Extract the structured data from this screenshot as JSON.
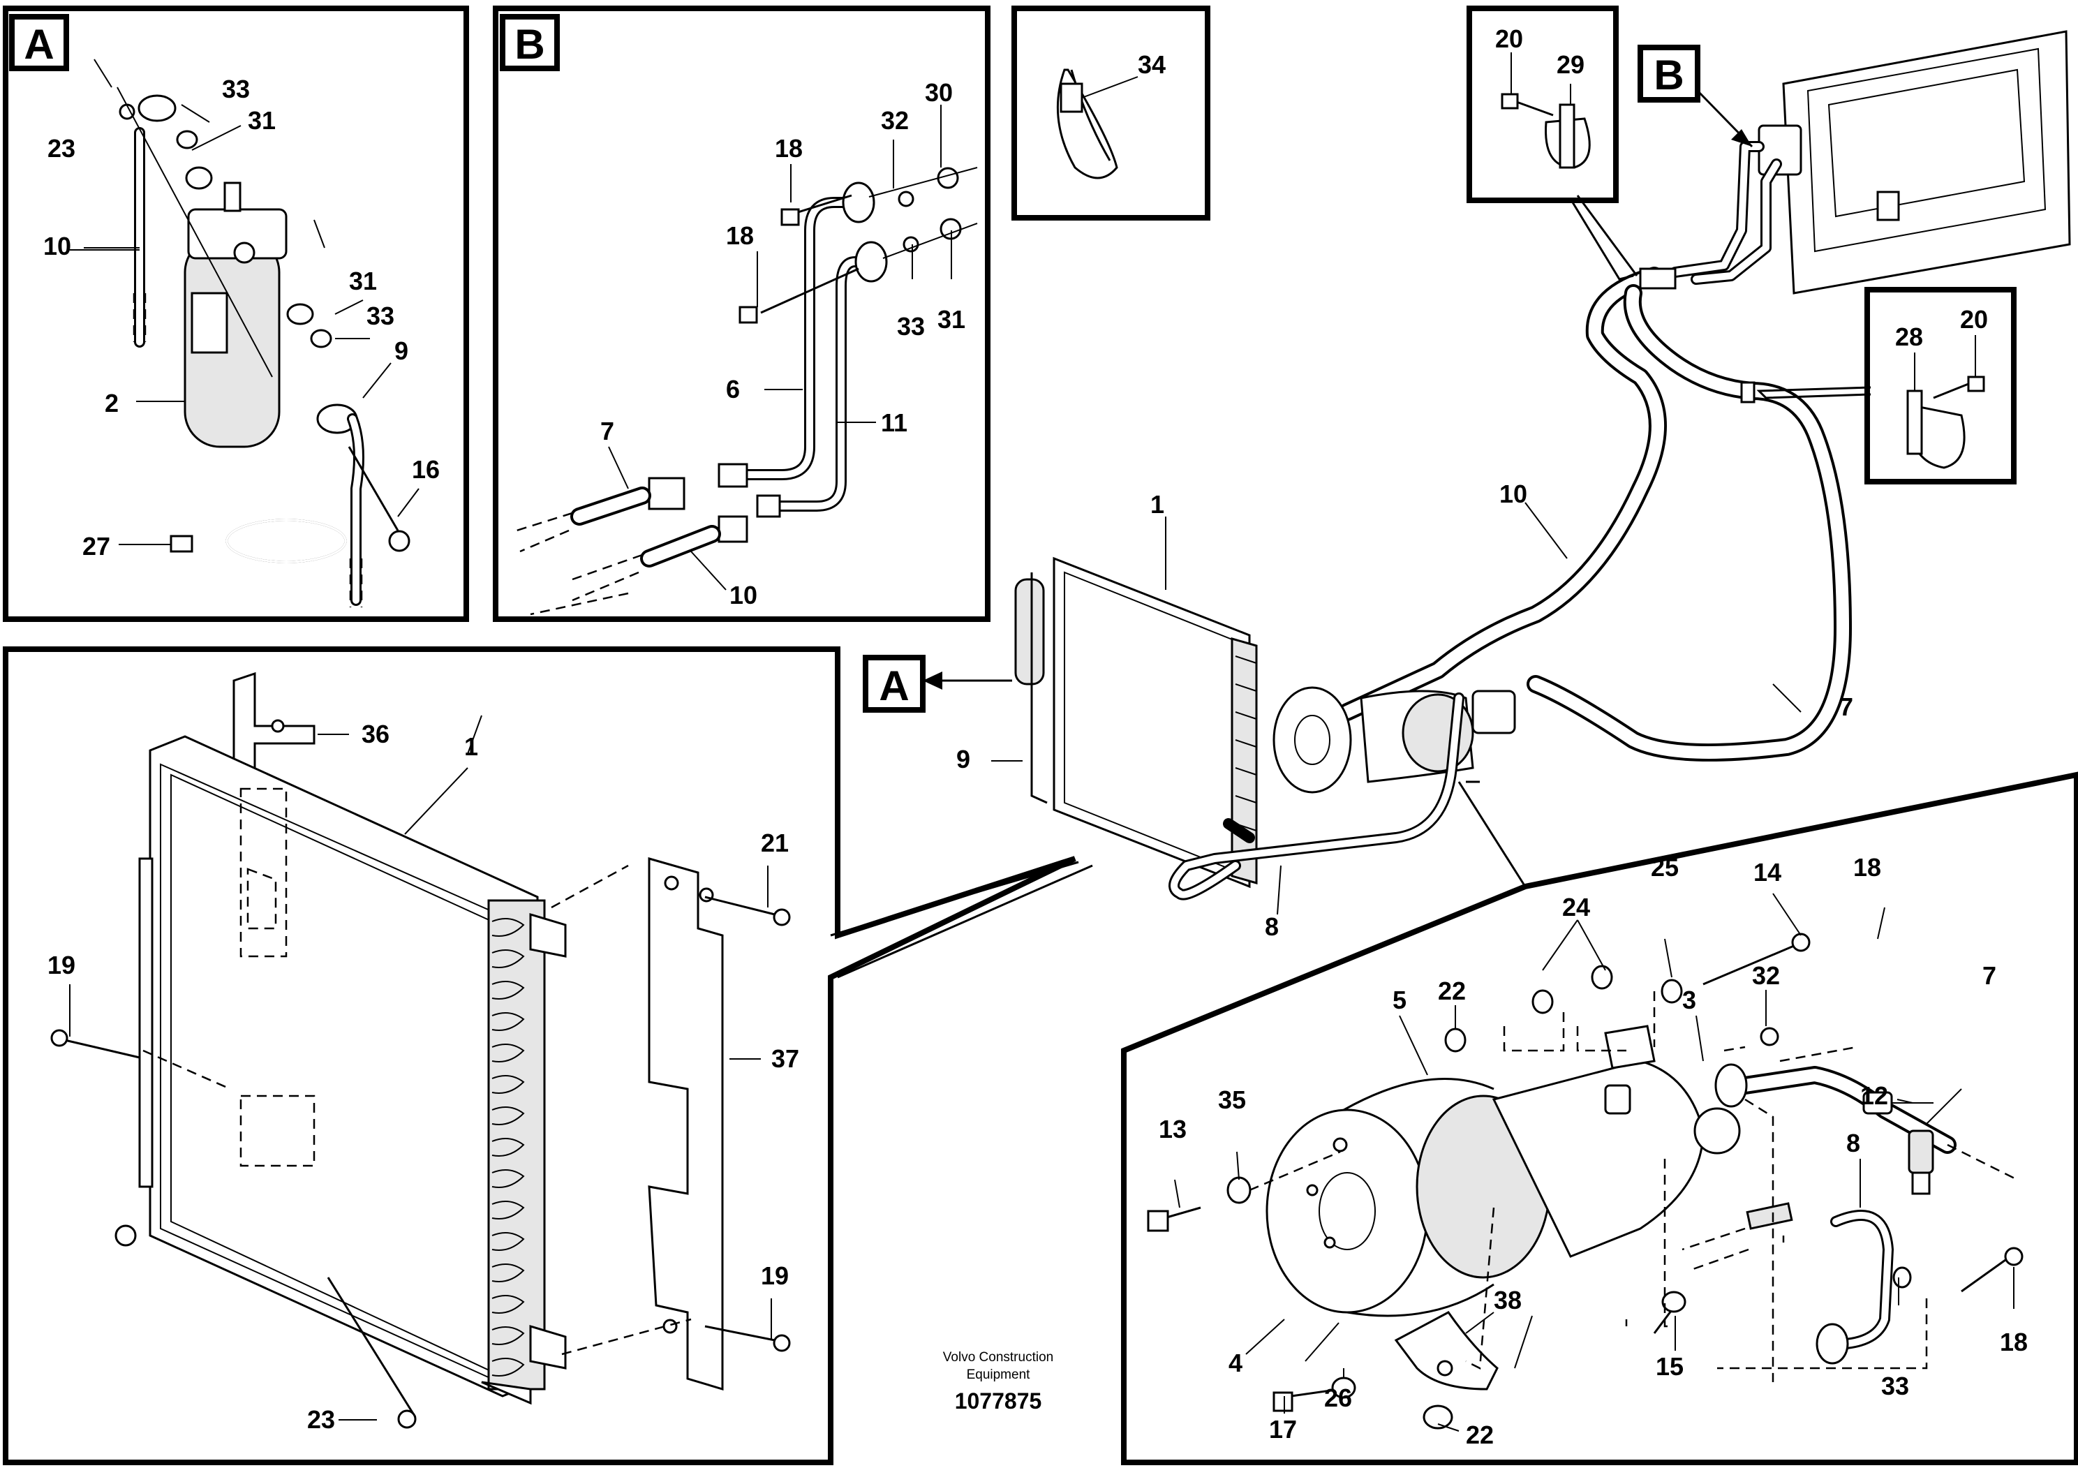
{
  "detail_labels": {
    "a": "A",
    "b": "B"
  },
  "callouts": {
    "a": [
      "23",
      "33",
      "31",
      "10",
      "31",
      "33",
      "9",
      "2",
      "16",
      "27"
    ],
    "b": [
      "18",
      "32",
      "30",
      "18",
      "33",
      "31",
      "6",
      "11",
      "7",
      "10"
    ],
    "clip": [
      "34"
    ],
    "b_clip": [
      "20",
      "29"
    ],
    "right_clip": [
      "28",
      "20"
    ],
    "main": [
      "1",
      "9",
      "8",
      "10",
      "7"
    ],
    "radiator": [
      "36",
      "1",
      "21",
      "19",
      "37",
      "19",
      "23"
    ],
    "compressor": [
      "14",
      "25",
      "18",
      "24",
      "22",
      "5",
      "3",
      "32",
      "7",
      "12",
      "13",
      "35",
      "8",
      "4",
      "17",
      "26",
      "38",
      "22",
      "15",
      "33",
      "18"
    ]
  },
  "caption": {
    "company": "Volvo Construction",
    "company2": "Equipment",
    "doc_number": "1077875"
  }
}
